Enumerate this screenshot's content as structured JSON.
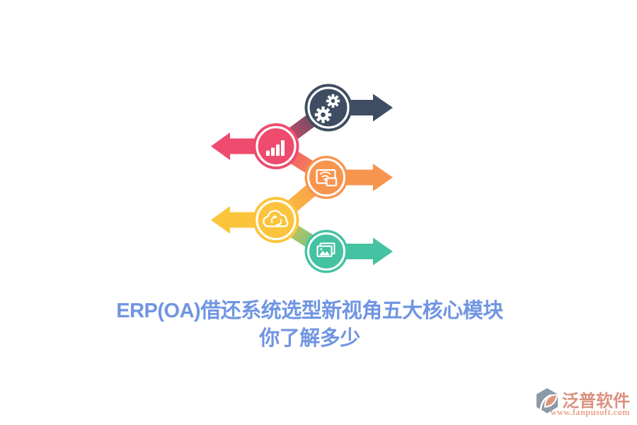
{
  "title": {
    "line1": "ERP(OA)借还系统选型新视角五大核心模块",
    "line2": "你了解多少",
    "color": "#7095e2"
  },
  "diagram": {
    "items": [
      {
        "icon": "gears-icon",
        "color": "#3e4d61",
        "direction": "right"
      },
      {
        "icon": "bar-chart-icon",
        "color": "#ee4b6e",
        "direction": "left"
      },
      {
        "icon": "screen-cast-icon",
        "color": "#f7954f",
        "direction": "right"
      },
      {
        "icon": "cloud-sync-icon",
        "color": "#fbc43c",
        "direction": "left"
      },
      {
        "icon": "photos-icon",
        "color": "#45c2a1",
        "direction": "right"
      }
    ]
  },
  "colors": {
    "navy": "#3e4d61",
    "pink": "#ee4b6e",
    "orange": "#f7954f",
    "yellow": "#fbc43c",
    "teal": "#45c2a1",
    "white": "#ffffff"
  },
  "footer": {
    "logo_icon": "fanpu-logo-icon",
    "brand": "泛普软件",
    "website": "www.fanpusoft.com",
    "brand_color": "#db9180",
    "website_color": "#e9a68f",
    "logo_gray": "#8c99a8",
    "logo_salmon": "#df9579"
  }
}
